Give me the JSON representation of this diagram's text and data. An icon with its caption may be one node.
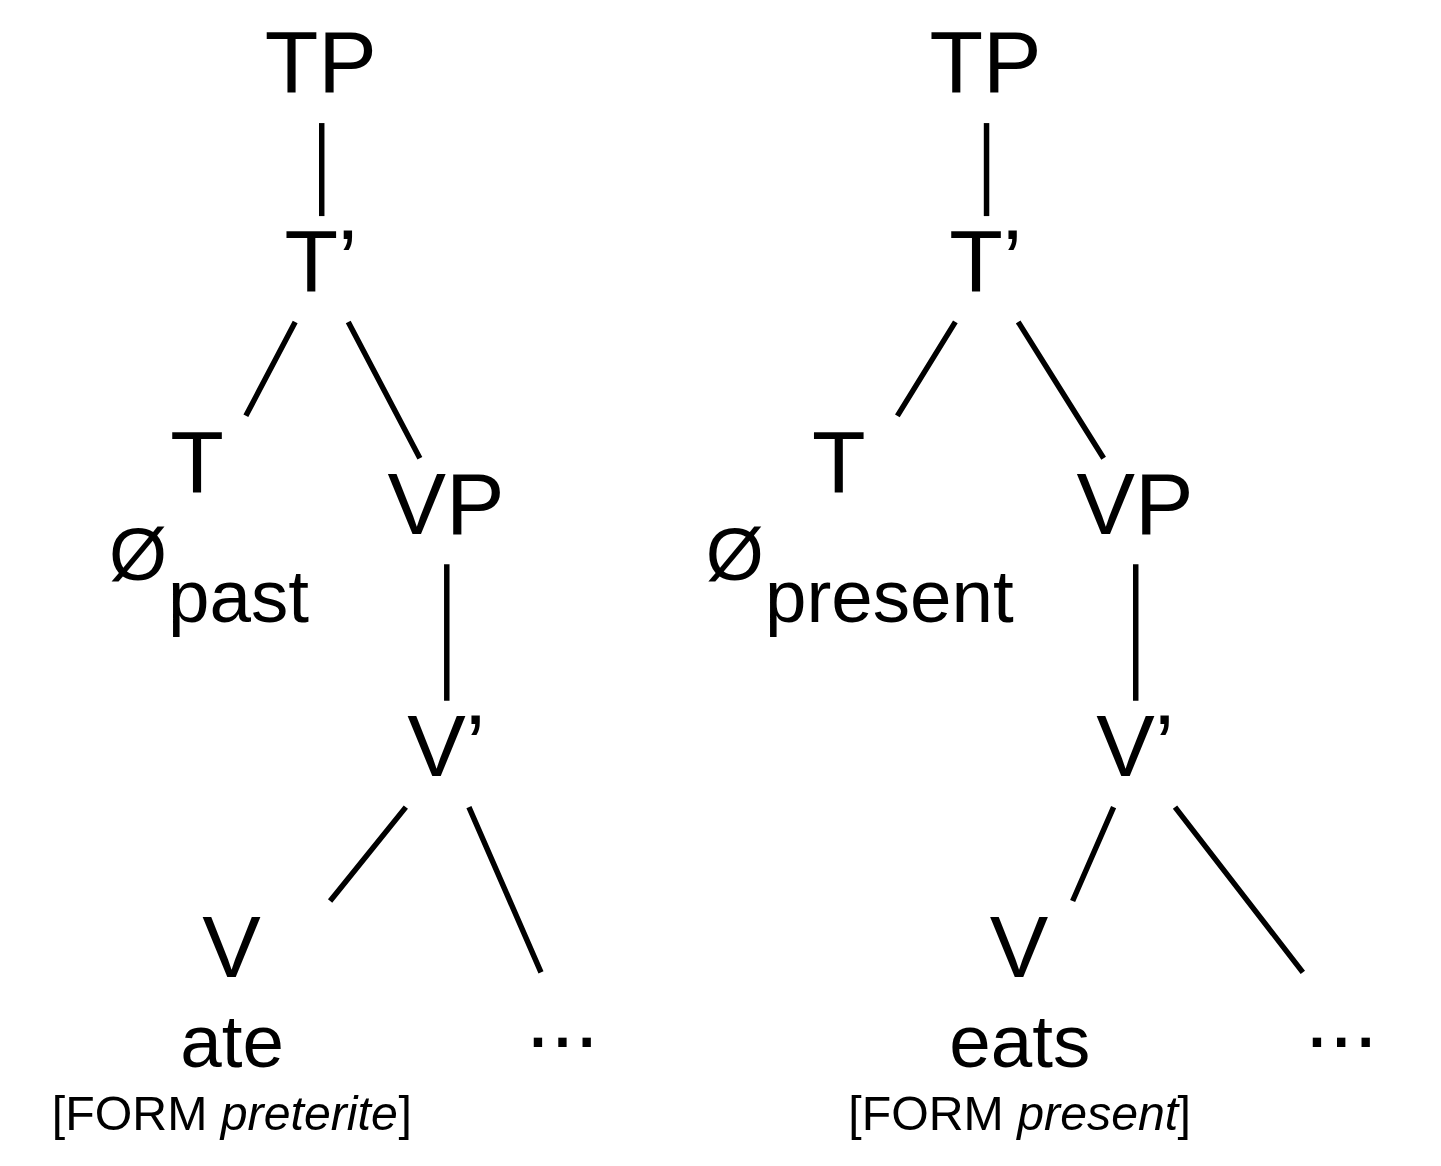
{
  "diagram": {
    "nodes": [
      {
        "text": [
          "TP"
        ]
      },
      {
        "text": [
          "T’"
        ]
      },
      {
        "text": [
          "T",
          "Ø$_{past}$"
        ]
      },
      {
        "text": [
          "VP"
        ]
      },
      {
        "text": [
          "V’"
        ]
      },
      {
        "text": [
          "V",
          "ate",
          "[FORM *preterite*]"
        ]
      },
      {
        "text": [
          "..."
        ]
      },
      {
        "text": [
          "TP"
        ]
      },
      {
        "text": [
          "T’"
        ]
      },
      {
        "text": [
          "T",
          "Ø$_{present}$"
        ]
      },
      {
        "text": [
          "VP"
        ]
      },
      {
        "text": [
          "V’"
        ]
      },
      {
        "text": [
          "V",
          "eats",
          "[FORM *present*]"
        ]
      },
      {
        "text": [
          "..."
        ]
      }
    ],
    "edges": [
      {
        "from": 0,
        "to": 1,
        "arrow": "none"
      },
      {
        "from": 1,
        "to": 2,
        "arrow": "none"
      },
      {
        "from": 1,
        "to": 3,
        "arrow": "none"
      },
      {
        "from": 3,
        "to": 4,
        "arrow": "none"
      },
      {
        "from": 4,
        "to": 5,
        "arrow": "none"
      },
      {
        "from": 4,
        "to": 6,
        "arrow": "none"
      },
      {
        "from": 7,
        "to": 8,
        "arrow": "none"
      },
      {
        "from": 8,
        "to": 9,
        "arrow": "none"
      },
      {
        "from": 8,
        "to": 10,
        "arrow": "none"
      },
      {
        "from": 10,
        "to": 11,
        "arrow": "none"
      },
      {
        "from": 11,
        "to": 12,
        "arrow": "none"
      },
      {
        "from": 11,
        "to": 13,
        "arrow": "none"
      }
    ]
  }
}
